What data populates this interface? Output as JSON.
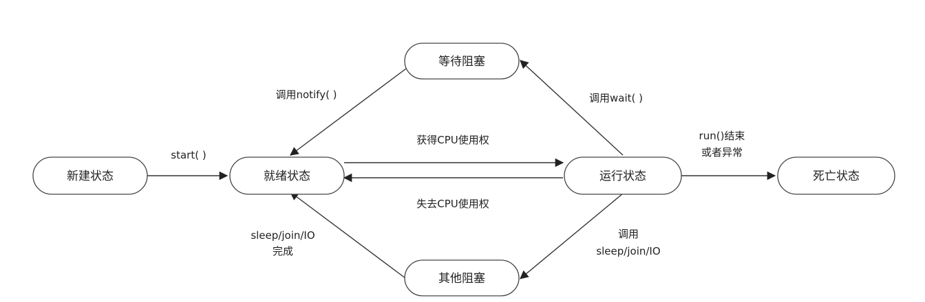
{
  "nodes": {
    "new": "新建状态",
    "ready": "就绪状态",
    "running": "运行状态",
    "dead": "死亡状态",
    "waiting": "等待阻塞",
    "other_blocked": "其他阻塞"
  },
  "edges": {
    "start": "start( )",
    "gain_cpu": "获得CPU使用权",
    "lose_cpu": "失去CPU使用权",
    "notify": "调用notify( )",
    "wait": "调用wait( )",
    "run_end_line1": "run()结束",
    "run_end_line2": "或者异常",
    "sleep_done_line1": "sleep/join/IO",
    "sleep_done_line2": "完成",
    "call_sleep_line1": "调用",
    "call_sleep_line2": "sleep/join/IO"
  }
}
